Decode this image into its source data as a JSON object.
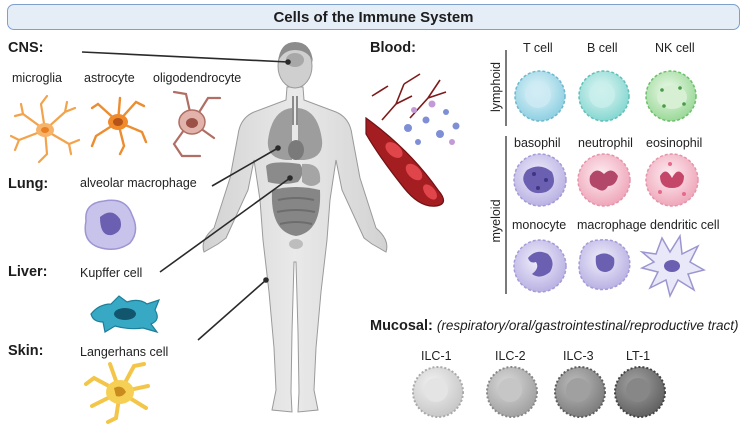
{
  "title": "Cells of the Immune System",
  "cns": {
    "label": "CNS:",
    "cells": [
      "microglia",
      "astrocyte",
      "oligodendrocyte"
    ]
  },
  "lung": {
    "label": "Lung:",
    "cell": "alveolar macrophage"
  },
  "liver": {
    "label": "Liver:",
    "cell": "Kupffer cell"
  },
  "skin": {
    "label": "Skin:",
    "cell": "Langerhans cell"
  },
  "blood": {
    "label": "Blood:",
    "lymphoid": {
      "label": "lymphoid",
      "cells": [
        "T cell",
        "B cell",
        "NK cell"
      ]
    },
    "myeloid": {
      "label": "myeloid",
      "row1": [
        "basophil",
        "neutrophil",
        "eosinophil"
      ],
      "row2": [
        "monocyte",
        "macrophage",
        "dendritic cell"
      ]
    }
  },
  "mucosal": {
    "label": "Mucosal:",
    "note": "(respiratory/oral/gastrointestinal/reproductive tract)",
    "cells": [
      "ILC-1",
      "ILC-2",
      "ILC-3",
      "LT-1"
    ]
  },
  "colors": {
    "title_fill": "#e5edf7",
    "title_border": "#7da0cc",
    "t_cell": "#a8dcea",
    "b_cell": "#9fe0dc",
    "nk_cell": "#b5e6b3",
    "myeloid_cell": "#c8c3ea",
    "neutrophil": "#f4b9c9",
    "eosinophil": "#f5b8c2",
    "glia": "#f2a34c",
    "kupffer": "#38a9c5",
    "langerhans": "#f3c64a",
    "body": "#dcdcdc",
    "blood_vessel": "#a31d21"
  }
}
